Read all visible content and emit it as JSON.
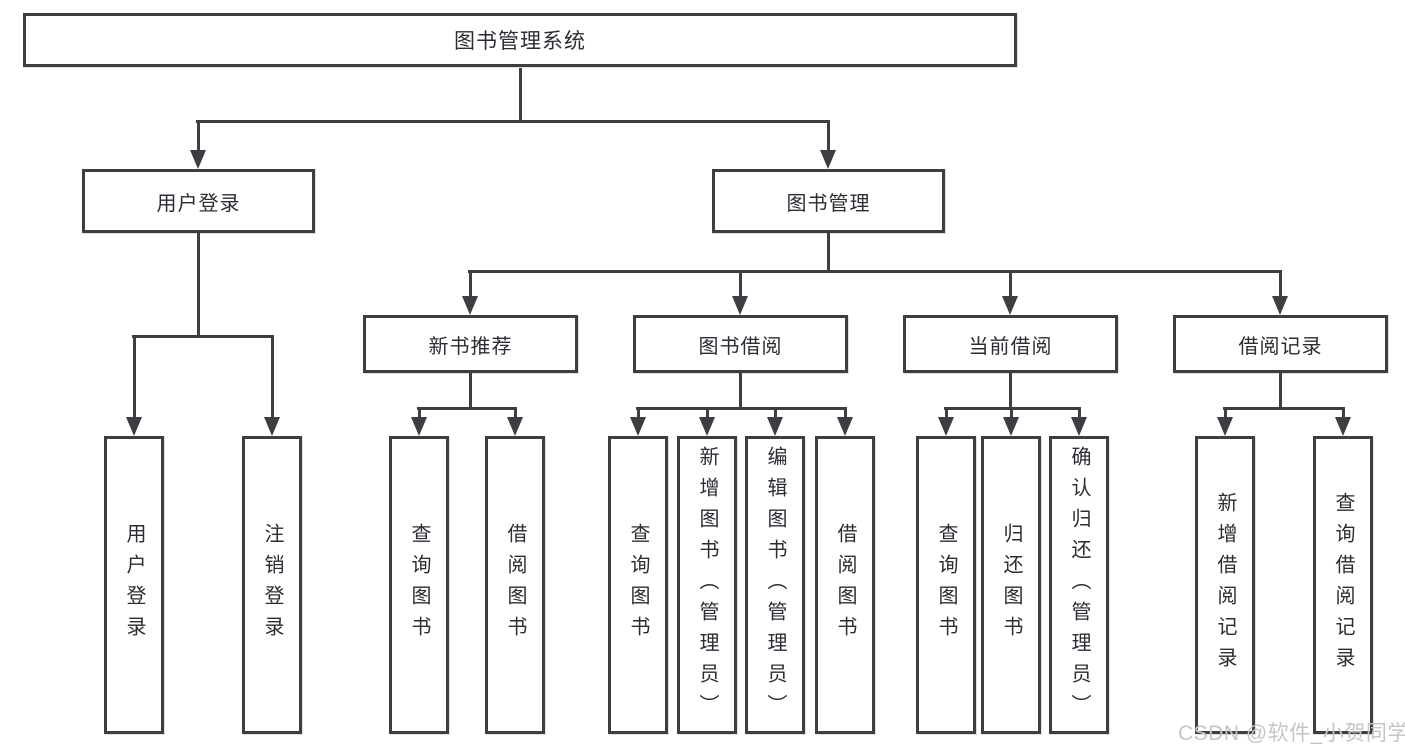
{
  "root": {
    "label": "图书管理系统"
  },
  "level2": {
    "user_login": {
      "label": "用户登录"
    },
    "book_mgmt": {
      "label": "图书管理"
    }
  },
  "level3": {
    "new_books": {
      "label": "新书推荐"
    },
    "borrow": {
      "label": "图书借阅"
    },
    "current": {
      "label": "当前借阅"
    },
    "records": {
      "label": "借阅记录"
    }
  },
  "leaves": {
    "user_login_leaf": {
      "label": "用户登录"
    },
    "logout": {
      "label": "注销登录"
    },
    "rec_search": {
      "label": "查询图书"
    },
    "rec_borrow": {
      "label": "借阅图书"
    },
    "bor_search": {
      "label": "查询图书"
    },
    "bor_add": {
      "label": "新增图书（管理员）"
    },
    "bor_edit": {
      "label": "编辑图书（管理员）"
    },
    "bor_borrow": {
      "label": "借阅图书"
    },
    "cur_search": {
      "label": "查询图书"
    },
    "cur_return": {
      "label": "归还图书"
    },
    "cur_confirm": {
      "label": "确认归还（管理员）"
    },
    "recd_add": {
      "label": "新增借阅记录"
    },
    "recd_search": {
      "label": "查询借阅记录"
    }
  },
  "watermark": {
    "text": "CSDN @软件_小贺同学"
  },
  "colors": {
    "line": "#3b3e43",
    "text": "#2a2d33",
    "watermark": "#c5c5c5",
    "background": "#ffffff"
  }
}
